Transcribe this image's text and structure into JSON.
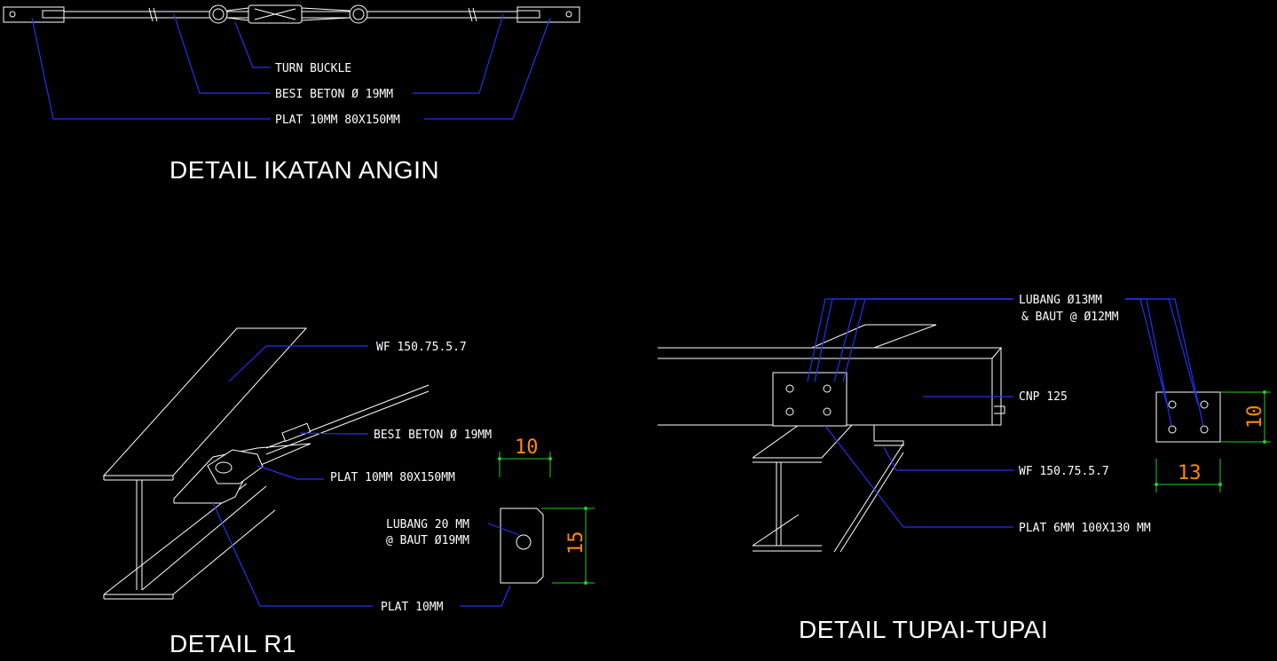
{
  "titles": {
    "ikatan_angin": "DETAIL IKATAN ANGIN",
    "r1": "DETAIL R1",
    "tupai": "DETAIL TUPAI-TUPAI"
  },
  "ikatan_angin": {
    "turn_buckle": "TURN BUCKLE",
    "besi_beton": "BESI BETON Ø 19MM",
    "plat": "PLAT 10MM 80X150MM"
  },
  "r1": {
    "wf": "WF 150.75.5.7",
    "besi_beton": "BESI BETON Ø 19MM",
    "plat_main": "PLAT 10MM 80X150MM",
    "lubang_line1": "LUBANG 20 MM",
    "lubang_line2": "@ BAUT Ø19MM",
    "plat_10": "PLAT 10MM",
    "dim_width": "10",
    "dim_height": "15"
  },
  "tupai": {
    "lubang_line1": "LUBANG Ø13MM",
    "lubang_line2": "& BAUT @ Ø12MM",
    "cnp": "CNP 125",
    "wf": "WF 150.75.5.7",
    "plat": "PLAT 6MM 100X130 MM",
    "dim_height": "10",
    "dim_width": "13"
  },
  "colors": {
    "background": "#000000",
    "linework": "#ffffff",
    "leaders": "#2233ee",
    "dimension_lines": "#22cc22",
    "dimension_text": "#ff8a00"
  }
}
